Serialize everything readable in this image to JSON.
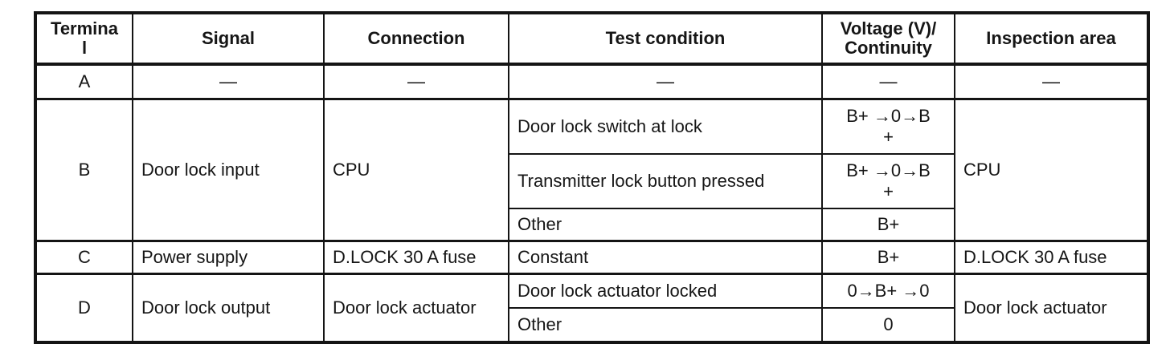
{
  "table": {
    "columns": [
      "Termina\nl",
      "Signal",
      "Connection",
      "Test condition",
      "Voltage (V)/\nContinuity",
      "Inspection area"
    ],
    "rows": [
      {
        "terminal": "A",
        "signal": "—",
        "connection": "—",
        "inspection": "—",
        "conditions": [
          {
            "test": "—",
            "voltage": "—"
          }
        ]
      },
      {
        "terminal": "B",
        "signal": "Door lock input",
        "connection": "CPU",
        "inspection": "CPU",
        "conditions": [
          {
            "test": "Door lock switch at lock",
            "voltage": "B+ →0→B\n+"
          },
          {
            "test": "Transmitter lock button pressed",
            "voltage": "B+ →0→B\n+"
          },
          {
            "test": "Other",
            "voltage": "B+"
          }
        ]
      },
      {
        "terminal": "C",
        "signal": "Power supply",
        "connection": "D.LOCK 30 A fuse",
        "inspection": "D.LOCK 30 A fuse",
        "conditions": [
          {
            "test": "Constant",
            "voltage": "B+"
          }
        ]
      },
      {
        "terminal": "D",
        "signal": "Door lock output",
        "connection": "Door lock actuator",
        "inspection": "Door lock actuator",
        "conditions": [
          {
            "test": "Door lock actuator locked",
            "voltage": "0→B+ →0"
          },
          {
            "test": "Other",
            "voltage": "0"
          }
        ]
      }
    ]
  }
}
